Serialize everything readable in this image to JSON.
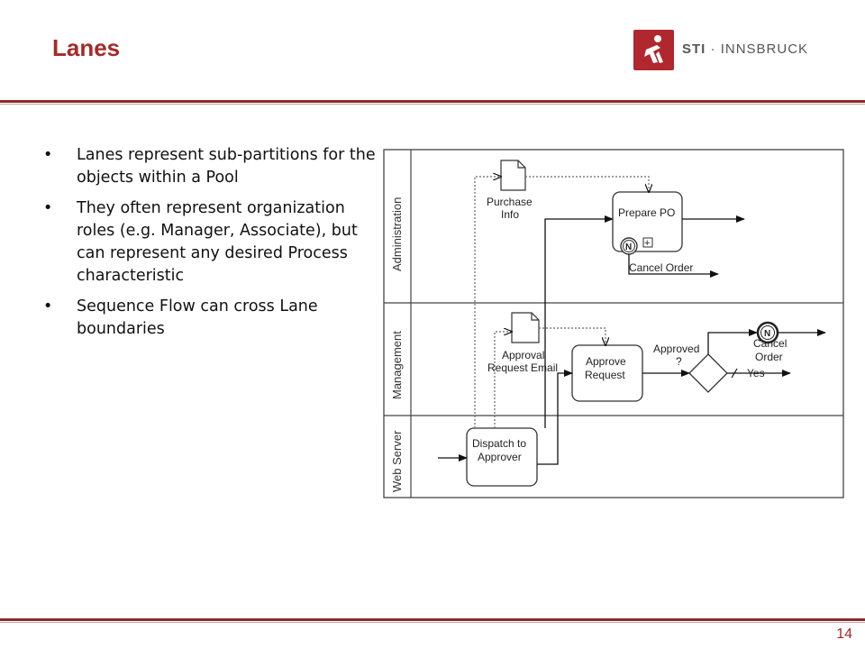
{
  "slide": {
    "title": "Lanes",
    "page_number": "14"
  },
  "logo": {
    "brand": "STI",
    "separator": " · ",
    "name": "INNSBRUCK"
  },
  "bullets": [
    {
      "marker": "•",
      "text": "Lanes represent sub-partitions for the objects within a Pool"
    },
    {
      "marker": "•",
      "text": "They often represent organization roles (e.g. Manager, Associate), but can represent any desired Process characteristic"
    },
    {
      "marker": "•",
      "text": "Sequence Flow can cross Lane boundaries"
    }
  ],
  "diagram": {
    "lanes": [
      "Administration",
      "Management",
      "Web Server"
    ],
    "data_objects": {
      "purchase_info": [
        "Purchase",
        "Info"
      ],
      "approval_email": [
        "Approval",
        "Request Email"
      ]
    },
    "tasks": {
      "prepare_po": "Prepare PO",
      "approve_request": [
        "Approve",
        "Request"
      ],
      "dispatch": [
        "Dispatch to",
        "Approver"
      ]
    },
    "labels": {
      "cancel_order_admin": "Cancel Order",
      "approved_question": [
        "Approved",
        "?"
      ],
      "yes": "Yes",
      "cancel_order_mgmt": [
        "Cancel",
        "Order"
      ],
      "compensation_glyph": "N",
      "subprocess_marker": "+"
    }
  }
}
